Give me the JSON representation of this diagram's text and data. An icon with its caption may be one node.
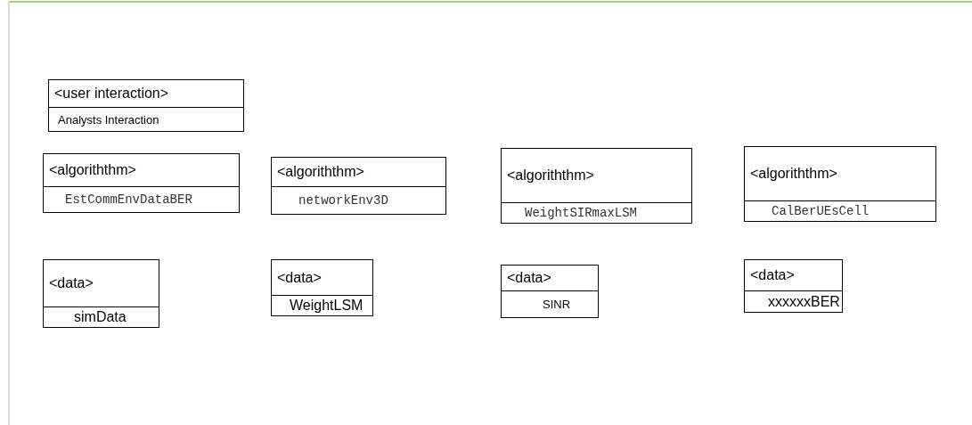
{
  "diagram": {
    "nodes": [
      {
        "text": [
          "<user interaction>",
          "Analysts Interaction"
        ]
      },
      {
        "text": [
          "<algoriththm>",
          "EstCommEnvDataBER"
        ]
      },
      {
        "text": [
          "<algoriththm>",
          "networkEnv3D"
        ]
      },
      {
        "text": [
          "<algoriththm>",
          "WeightSIRmaxLSM"
        ]
      },
      {
        "text": [
          "<algoriththm>",
          "CalBerUEsCell"
        ]
      },
      {
        "text": [
          "<data>",
          "simData"
        ]
      },
      {
        "text": [
          "<data>",
          "WeightLSM"
        ]
      },
      {
        "text": [
          "<data>",
          "SINR"
        ]
      },
      {
        "text": [
          "<data>",
          "xxxxxxBER"
        ]
      }
    ],
    "edges": []
  }
}
